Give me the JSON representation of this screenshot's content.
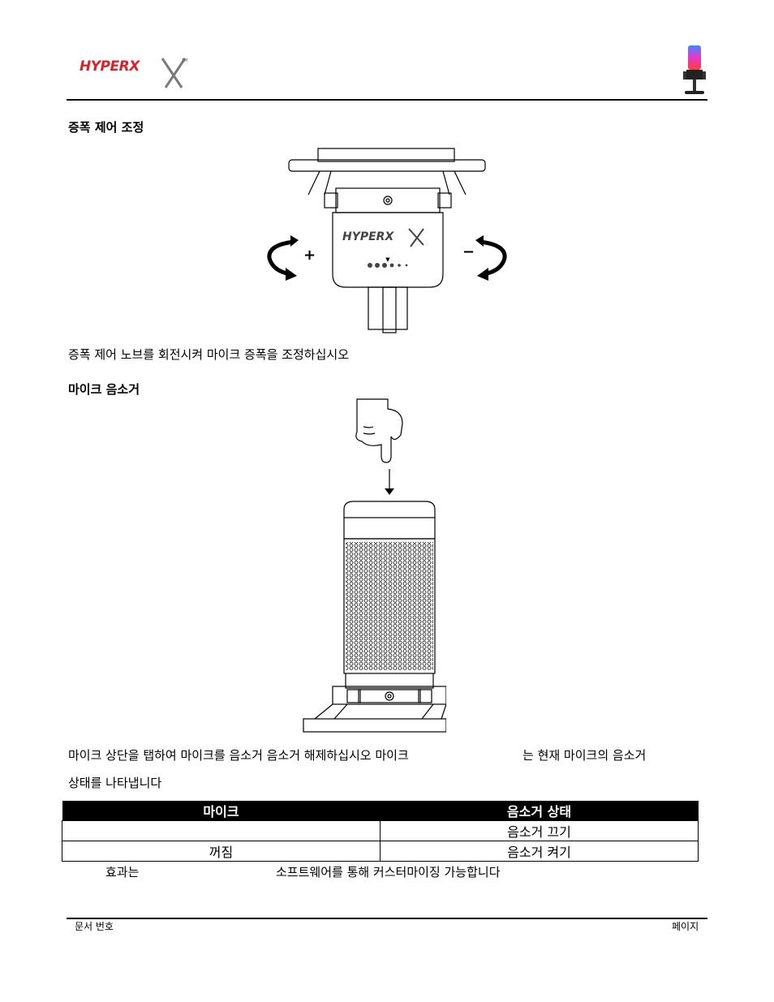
{
  "header": {
    "logo_text": "HYPERX"
  },
  "section_gain": {
    "title": "증폭 제어 조정",
    "plus_label": "+",
    "minus_label": "−",
    "instruction": "증폭 제어 노브를 회전시켜 마이크 증폭을 조정하십시오"
  },
  "section_mute": {
    "title": "마이크 음소거",
    "instruction_part1": "마이크 상단을 탭하여 마이크를 음소거 음소거 해제하십시오  마이크",
    "instruction_part2": "는 현재 마이크의 음소거",
    "instruction_line2": "상태를 나타냅니다"
  },
  "status_table": {
    "headers": [
      "마이크",
      "음소거 상태"
    ],
    "rows": [
      [
        "",
        "음소거 끄기"
      ],
      [
        "꺼짐",
        "음소거 켜기"
      ]
    ]
  },
  "note": {
    "part1": "효과는",
    "part2": "소프트웨어를 통해 커스터마이징 가능합니다"
  },
  "footer": {
    "left": "문서 번호",
    "right": "페이지"
  },
  "colors": {
    "logo_red": "#d6242b",
    "logo_gray": "#7a7a7a",
    "rule": "#000000"
  }
}
